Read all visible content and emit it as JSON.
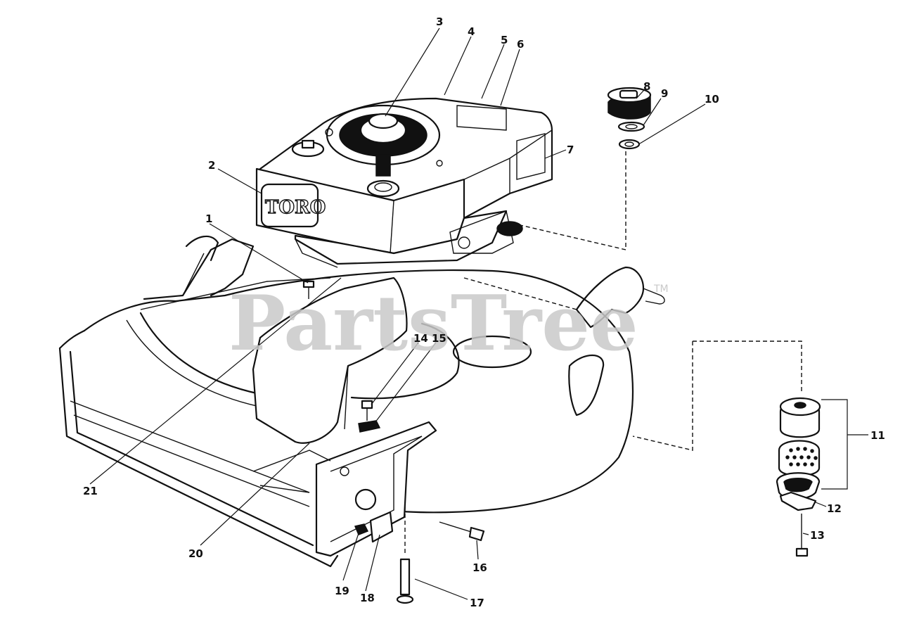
{
  "watermark": {
    "text": "PartsTree",
    "tm": "TM"
  },
  "brand": {
    "text": "TORO"
  },
  "callouts": [
    {
      "id": "1",
      "label": "1"
    },
    {
      "id": "2",
      "label": "2"
    },
    {
      "id": "3",
      "label": "3"
    },
    {
      "id": "4",
      "label": "4"
    },
    {
      "id": "5",
      "label": "5"
    },
    {
      "id": "6",
      "label": "6"
    },
    {
      "id": "7",
      "label": "7"
    },
    {
      "id": "8",
      "label": "8"
    },
    {
      "id": "9",
      "label": "9"
    },
    {
      "id": "10",
      "label": "10"
    },
    {
      "id": "11",
      "label": "11"
    },
    {
      "id": "12",
      "label": "12"
    },
    {
      "id": "13",
      "label": "13"
    },
    {
      "id": "14",
      "label": "14"
    },
    {
      "id": "15",
      "label": "15"
    },
    {
      "id": "16",
      "label": "16"
    },
    {
      "id": "17",
      "label": "17"
    },
    {
      "id": "18",
      "label": "18"
    },
    {
      "id": "19",
      "label": "19"
    },
    {
      "id": "20",
      "label": "20"
    },
    {
      "id": "21",
      "label": "21"
    }
  ]
}
